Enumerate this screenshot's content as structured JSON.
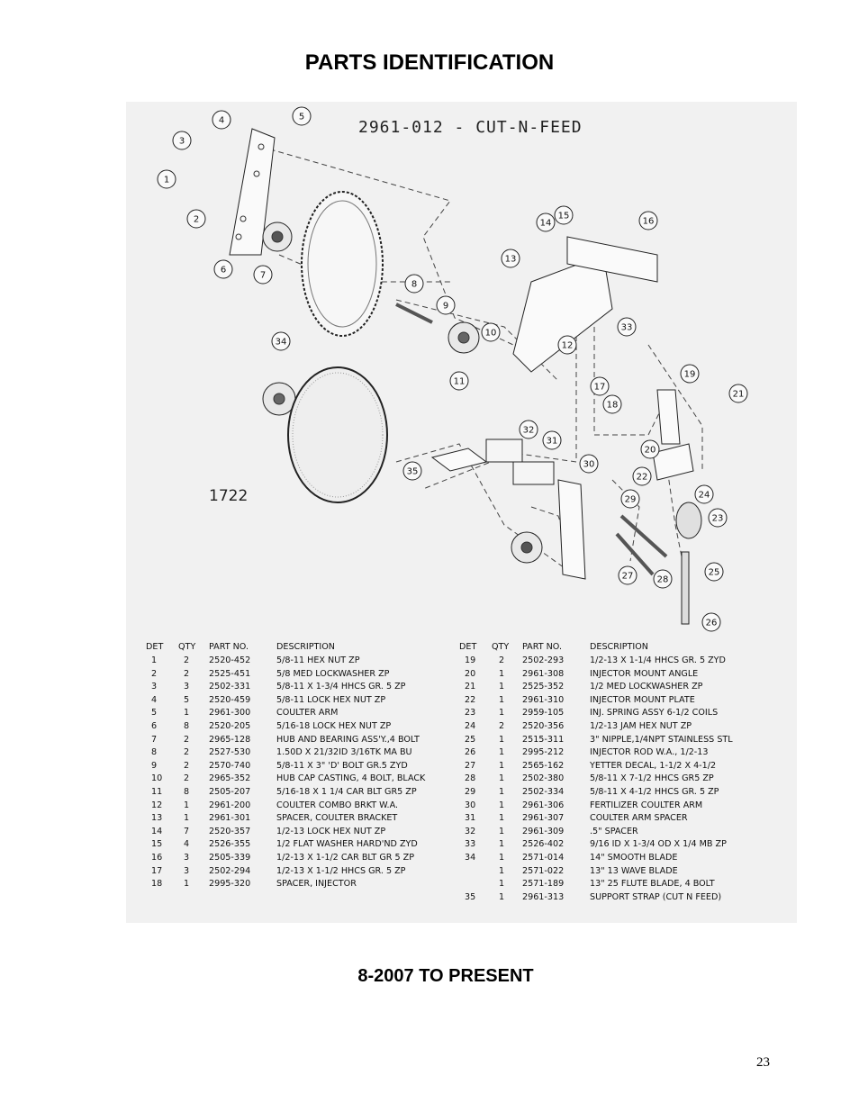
{
  "header": {
    "title": "PARTS IDENTIFICATION"
  },
  "diagram": {
    "title": "2961-012 - CUT-N-FEED",
    "model_code": "1722",
    "callouts": [
      "1",
      "2",
      "3",
      "4",
      "5",
      "6",
      "7",
      "8",
      "9",
      "10",
      "11",
      "12",
      "13",
      "14",
      "15",
      "16",
      "17",
      "18",
      "19",
      "20",
      "21",
      "22",
      "23",
      "24",
      "25",
      "26",
      "27",
      "28",
      "29",
      "30",
      "31",
      "32",
      "33",
      "34",
      "35"
    ]
  },
  "table": {
    "headers": {
      "det": "DET",
      "qty": "QTY",
      "part": "PART NO.",
      "desc": "DESCRIPTION"
    },
    "left": [
      {
        "det": "1",
        "qty": "2",
        "part": "2520-452",
        "desc": "5/8-11 HEX NUT ZP"
      },
      {
        "det": "2",
        "qty": "2",
        "part": "2525-451",
        "desc": "5/8 MED LOCKWASHER ZP"
      },
      {
        "det": "3",
        "qty": "3",
        "part": "2502-331",
        "desc": "5/8-11 X 1-3/4 HHCS GR. 5 ZP"
      },
      {
        "det": "4",
        "qty": "5",
        "part": "2520-459",
        "desc": "5/8-11 LOCK HEX NUT  ZP"
      },
      {
        "det": "5",
        "qty": "1",
        "part": "2961-300",
        "desc": "COULTER ARM"
      },
      {
        "det": "6",
        "qty": "8",
        "part": "2520-205",
        "desc": "5/16-18 LOCK HEX NUT ZP"
      },
      {
        "det": "7",
        "qty": "2",
        "part": "2965-128",
        "desc": "HUB AND BEARING ASS'Y.,4 BOLT"
      },
      {
        "det": "8",
        "qty": "2",
        "part": "2527-530",
        "desc": "1.50D X 21/32ID 3/16TK MA BU"
      },
      {
        "det": "9",
        "qty": "2",
        "part": "2570-740",
        "desc": "5/8-11 X 3\" 'D' BOLT GR.5 ZYD"
      },
      {
        "det": "10",
        "qty": "2",
        "part": "2965-352",
        "desc": "HUB CAP CASTING, 4 BOLT, BLACK"
      },
      {
        "det": "11",
        "qty": "8",
        "part": "2505-207",
        "desc": "5/16-18 X 1 1/4 CAR BLT GR5 ZP"
      },
      {
        "det": "12",
        "qty": "1",
        "part": "2961-200",
        "desc": "COULTER COMBO BRKT W.A."
      },
      {
        "det": "13",
        "qty": "1",
        "part": "2961-301",
        "desc": "SPACER, COULTER BRACKET"
      },
      {
        "det": "14",
        "qty": "7",
        "part": "2520-357",
        "desc": "1/2-13 LOCK HEX NUT ZP"
      },
      {
        "det": "15",
        "qty": "4",
        "part": "2526-355",
        "desc": "1/2 FLAT WASHER HARD'ND ZYD"
      },
      {
        "det": "16",
        "qty": "3",
        "part": "2505-339",
        "desc": "1/2-13 X 1-1/2 CAR BLT GR 5 ZP"
      },
      {
        "det": "17",
        "qty": "3",
        "part": "2502-294",
        "desc": "1/2-13 X 1-1/2 HHCS GR. 5 ZP"
      },
      {
        "det": "18",
        "qty": "1",
        "part": "2995-320",
        "desc": "SPACER, INJECTOR"
      }
    ],
    "right": [
      {
        "det": "19",
        "qty": "2",
        "part": "2502-293",
        "desc": "1/2-13 X 1-1/4 HHCS GR. 5 ZYD"
      },
      {
        "det": "20",
        "qty": "1",
        "part": "2961-308",
        "desc": "INJECTOR MOUNT ANGLE"
      },
      {
        "det": "21",
        "qty": "1",
        "part": "2525-352",
        "desc": "1/2 MED LOCKWASHER ZP"
      },
      {
        "det": "22",
        "qty": "1",
        "part": "2961-310",
        "desc": "INJECTOR MOUNT PLATE"
      },
      {
        "det": "23",
        "qty": "1",
        "part": "2959-105",
        "desc": "INJ. SPRING ASSY 6-1/2 COILS"
      },
      {
        "det": "24",
        "qty": "2",
        "part": "2520-356",
        "desc": "1/2-13 JAM HEX NUT ZP"
      },
      {
        "det": "25",
        "qty": "1",
        "part": "2515-311",
        "desc": "3\" NIPPLE,1/4NPT STAINLESS STL"
      },
      {
        "det": "26",
        "qty": "1",
        "part": "2995-212",
        "desc": "INJECTOR ROD W.A., 1/2-13"
      },
      {
        "det": "27",
        "qty": "1",
        "part": "2565-162",
        "desc": "YETTER DECAL, 1-1/2 X 4-1/2"
      },
      {
        "det": "28",
        "qty": "1",
        "part": "2502-380",
        "desc": "5/8-11 X 7-1/2 HHCS GR5 ZP"
      },
      {
        "det": "29",
        "qty": "1",
        "part": "2502-334",
        "desc": "5/8-11 X 4-1/2 HHCS GR. 5 ZP"
      },
      {
        "det": "30",
        "qty": "1",
        "part": "2961-306",
        "desc": "FERTILIZER COULTER ARM"
      },
      {
        "det": "31",
        "qty": "1",
        "part": "2961-307",
        "desc": "COULTER ARM SPACER"
      },
      {
        "det": "32",
        "qty": "1",
        "part": "2961-309",
        "desc": ".5\" SPACER"
      },
      {
        "det": "33",
        "qty": "1",
        "part": "2526-402",
        "desc": "9/16 ID X 1-3/4 OD X 1/4 MB ZP"
      },
      {
        "det": "34",
        "qty": "1",
        "part": "2571-014",
        "desc": "14\" SMOOTH BLADE"
      },
      {
        "det": "",
        "qty": "1",
        "part": "2571-022",
        "desc": "13\" 13 WAVE BLADE"
      },
      {
        "det": "",
        "qty": "1",
        "part": "2571-189",
        "desc": "13\" 25 FLUTE BLADE, 4 BOLT"
      },
      {
        "det": "35",
        "qty": "1",
        "part": "2961-313",
        "desc": "SUPPORT STRAP (CUT N FEED)"
      }
    ]
  },
  "footer": {
    "date_range": "8-2007 TO PRESENT",
    "page_number": "23"
  }
}
